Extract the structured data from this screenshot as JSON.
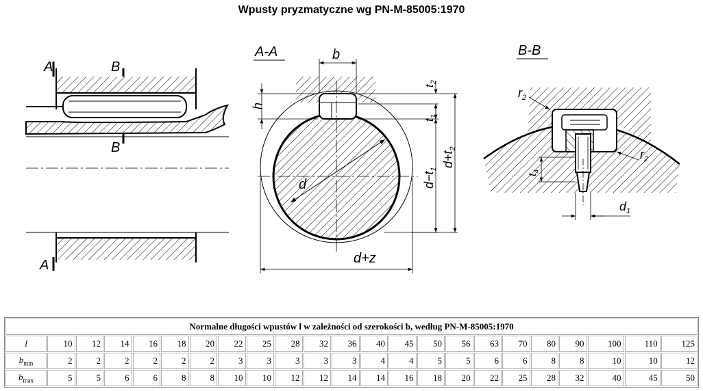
{
  "title": "Wpusty pryzmatyczne wg PN-M-85005:1970",
  "diagram": {
    "section_AA": "A-A",
    "section_BB": "B-B",
    "cut_A": "A",
    "cut_B": "B",
    "dim_b": "b",
    "dim_h": "h",
    "dim_t2": "t",
    "dim_t2_sub": "2",
    "dim_t1": "t",
    "dim_t1_sub": "1",
    "dim_d": "d",
    "dim_d_minus_t1": "d−t",
    "dim_d_minus_t1_sub": "1",
    "dim_d_plus_t2": "d+t",
    "dim_d_plus_t2_sub": "2",
    "dim_d_plus_z": "d+z",
    "dim_r2": "r",
    "dim_r2_sub": "2",
    "dim_t4": "t",
    "dim_t4_sub": "4",
    "dim_d1": "d",
    "dim_d1_sub": "1"
  },
  "table": {
    "caption": "Normalne długości wpustów l w zależności od szerokości b, według PN-M-85005:1970",
    "row_l_label": "l",
    "row_bmin_label": "b",
    "row_bmin_sub": "min",
    "row_bmax_label": "b",
    "row_bmax_sub": "max",
    "l": [
      "10",
      "12",
      "14",
      "16",
      "18",
      "20",
      "22",
      "25",
      "28",
      "32",
      "36",
      "40",
      "45",
      "50",
      "56",
      "63",
      "70",
      "80",
      "90",
      "100",
      "110",
      "125"
    ],
    "bmin": [
      "2",
      "2",
      "2",
      "2",
      "2",
      "2",
      "3",
      "3",
      "3",
      "3",
      "3",
      "4",
      "4",
      "5",
      "5",
      "6",
      "6",
      "8",
      "8",
      "10",
      "10",
      "12"
    ],
    "bmax": [
      "5",
      "5",
      "6",
      "6",
      "8",
      "8",
      "10",
      "10",
      "12",
      "12",
      "14",
      "14",
      "16",
      "18",
      "20",
      "22",
      "25",
      "28",
      "32",
      "40",
      "45",
      "50"
    ]
  }
}
